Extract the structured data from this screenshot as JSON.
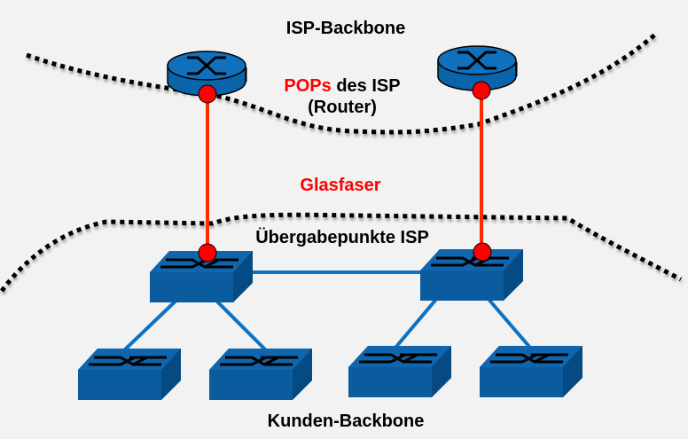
{
  "title_top": "ISP-Backbone",
  "title_bottom": "Kunden-Backbone",
  "pop_label": {
    "highlight": "POPs",
    "rest": " des ISP",
    "line2": "(Router)"
  },
  "fiber_label": "Glasfaser",
  "handover_label": "Übergabepunkte ISP",
  "colors": {
    "background": "#f2f2f2",
    "device_blue": "#0a62a8",
    "device_top": "#1670b8",
    "device_side": "#054a82",
    "link_blue": "#0b72c4",
    "fiber_red": "#ff2a00",
    "port_red": "#ff0000",
    "boundary": "#000000",
    "accent_text": "#ff0000"
  },
  "devices": {
    "routers": [
      {
        "id": "router-left",
        "type": "router",
        "role": "POP"
      },
      {
        "id": "router-right",
        "type": "router",
        "role": "POP"
      }
    ],
    "handover_switches": [
      {
        "id": "switch-handover-left",
        "type": "switch"
      },
      {
        "id": "switch-handover-right",
        "type": "switch"
      }
    ],
    "customer_switches": [
      {
        "id": "switch-customer-1",
        "type": "switch"
      },
      {
        "id": "switch-customer-2",
        "type": "switch"
      },
      {
        "id": "switch-customer-3",
        "type": "switch"
      },
      {
        "id": "switch-customer-4",
        "type": "switch"
      }
    ]
  },
  "links": [
    {
      "from": "router-left",
      "to": "switch-handover-left",
      "medium": "fiber"
    },
    {
      "from": "router-right",
      "to": "switch-handover-right",
      "medium": "fiber"
    },
    {
      "from": "switch-handover-left",
      "to": "switch-handover-right",
      "medium": "copper"
    },
    {
      "from": "switch-handover-left",
      "to": "switch-customer-1",
      "medium": "copper"
    },
    {
      "from": "switch-handover-left",
      "to": "switch-customer-2",
      "medium": "copper"
    },
    {
      "from": "switch-handover-right",
      "to": "switch-customer-3",
      "medium": "copper"
    },
    {
      "from": "switch-handover-right",
      "to": "switch-customer-4",
      "medium": "copper"
    }
  ]
}
